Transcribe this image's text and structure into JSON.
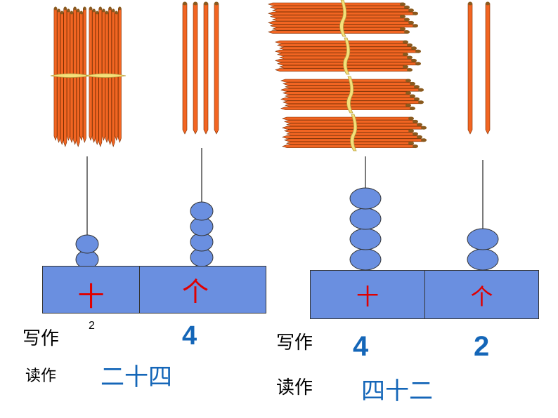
{
  "colors": {
    "stick": "#f26522",
    "stick_tip": "#8a5a1e",
    "tie": "#f4e07a",
    "bead": "#6a8fe0",
    "box": "#6a8fe0",
    "place_label": "#e00000",
    "digit": "#1466b8"
  },
  "left_example": {
    "bundles_of_ten": 2,
    "single_sticks": 4,
    "tens_beads": 2,
    "ones_beads": 4,
    "tens_label": "十",
    "ones_label": "个",
    "write_label": "写作",
    "read_label": "读作",
    "small_digit": "2",
    "ones_digit": "4",
    "reading": "二十四"
  },
  "right_example": {
    "bundles_of_ten": 4,
    "single_sticks": 2,
    "tens_beads": 4,
    "ones_beads": 2,
    "tens_label": "十",
    "ones_label": "个",
    "write_label": "写作",
    "read_label": "读作",
    "tens_digit": "4",
    "ones_digit": "2",
    "reading": "四十二"
  }
}
